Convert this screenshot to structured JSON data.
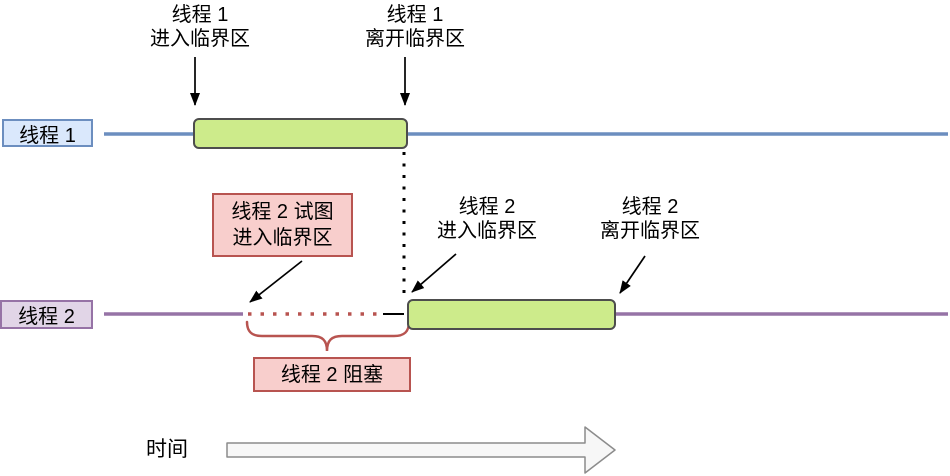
{
  "threads": {
    "thread1": {
      "name": "线程 1"
    },
    "thread2": {
      "name": "线程 2"
    }
  },
  "annotations": {
    "t1_enter": {
      "line1": "线程 1",
      "line2": "进入临界区"
    },
    "t1_leave": {
      "line1": "线程 1",
      "line2": "离开临界区"
    },
    "t2_attempt": {
      "line1": "线程 2 试图",
      "line2": "进入临界区"
    },
    "t2_enter": {
      "line1": "线程 2",
      "line2": "进入临界区"
    },
    "t2_leave": {
      "line1": "线程 2",
      "line2": "离开临界区"
    },
    "t2_blocked": "线程 2 阻塞"
  },
  "time_axis": {
    "label": "时间"
  },
  "colors": {
    "thread1_line": "#6c8ebf",
    "thread1_box_fill": "#dae8fc",
    "thread1_box_border": "#6c8ebf",
    "thread2_line": "#9673a6",
    "thread2_box_fill": "#e1d5e7",
    "thread2_box_border": "#9673a6",
    "critical_section_fill": "#cdeb8b",
    "critical_section_border": "#4d4d4d",
    "blocked_fill": "#f8cecc",
    "blocked_border": "#b85450",
    "blocked_dotted_line": "#b85450",
    "dependency_dotted_line": "#000000",
    "arrow_color": "#000000",
    "time_arrow_fill": "#f7f7f7",
    "time_arrow_border": "#8c8c8c"
  }
}
